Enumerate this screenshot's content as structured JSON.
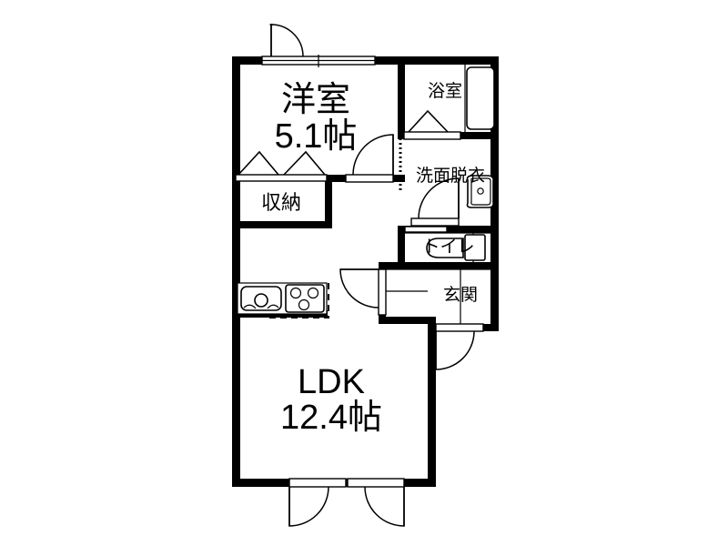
{
  "plan": {
    "type": "japanese-apartment-floor-plan",
    "background_color": "#ffffff",
    "line_color": "#000000",
    "rooms": [
      {
        "id": "washitsu",
        "name": "洋室",
        "size": "5.1帖",
        "name_label": "洋室",
        "size_label": "5.1帖"
      },
      {
        "id": "closet",
        "name": "収納",
        "size": "",
        "name_label": "収納",
        "size_label": ""
      },
      {
        "id": "ldk",
        "name": "LDK",
        "size": "12.4帖",
        "name_label": "LDK",
        "size_label": "12.4帖"
      },
      {
        "id": "bathroom",
        "name": "浴室",
        "size": "",
        "name_label": "浴室",
        "size_label": ""
      },
      {
        "id": "washroom",
        "name": "洗面脱衣",
        "size": "",
        "name_label": "洗面脱衣",
        "size_label": ""
      },
      {
        "id": "toilet",
        "name": "トイレ",
        "size": "",
        "name_label": "トイレ",
        "size_label": ""
      },
      {
        "id": "entrance",
        "name": "玄関",
        "size": "",
        "name_label": "玄関",
        "size_label": ""
      }
    ],
    "labels": {
      "room_washitsu_name": "洋室",
      "room_washitsu_size": "5.1帖",
      "room_closet_name": "収納",
      "room_ldk_name": "LDK",
      "room_ldk_size": "12.4帖",
      "room_bathroom_name": "浴室",
      "room_washroom_name": "洗面脱衣",
      "room_toilet_name": "トイレ",
      "room_entrance_name": "玄関"
    },
    "fixtures": [
      {
        "id": "kitchen-sink",
        "name": "sink"
      },
      {
        "id": "kitchen-stove",
        "name": "3-burner-stove"
      },
      {
        "id": "bathtub",
        "name": "bathtub"
      },
      {
        "id": "washbasin",
        "name": "washbasin"
      },
      {
        "id": "toilet-bowl",
        "name": "toilet-bowl"
      }
    ],
    "openings": [
      {
        "id": "bedroom-window",
        "name": "sliding-window-north"
      },
      {
        "id": "bedroom-door",
        "name": "hinged-door-bedroom"
      },
      {
        "id": "closet-doors",
        "name": "folding-closet-doors"
      },
      {
        "id": "bathroom-door",
        "name": "folding-door-bathroom"
      },
      {
        "id": "washroom-door",
        "name": "hinged-door-washroom"
      },
      {
        "id": "toilet-door",
        "name": "hinged-door-toilet"
      },
      {
        "id": "entrance-door",
        "name": "hinged-door-entrance"
      },
      {
        "id": "ldk-doors",
        "name": "double-doors-south"
      },
      {
        "id": "hall-door",
        "name": "hinged-door-hall"
      }
    ]
  }
}
